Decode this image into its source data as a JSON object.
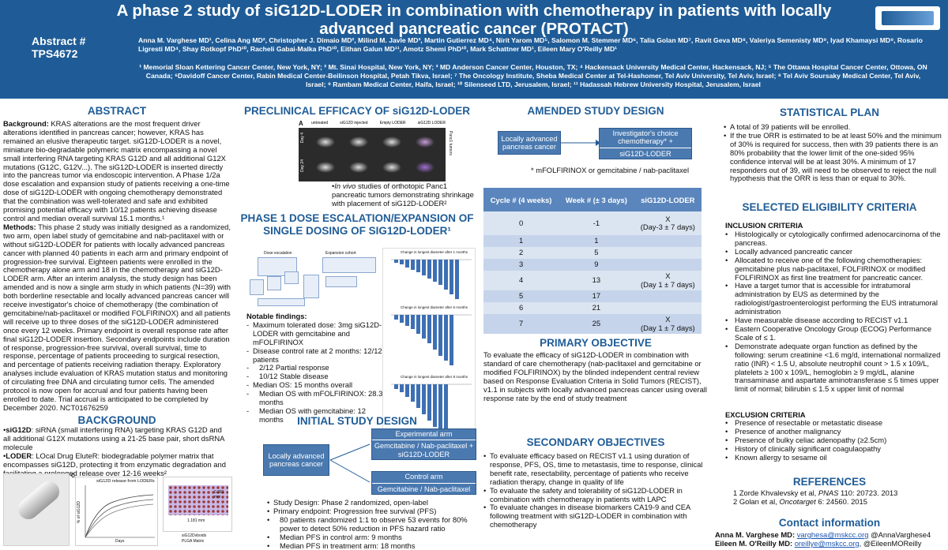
{
  "header": {
    "title": "A phase 2 study of siG12D-LODER in combination with chemotherapy in patients with locally advanced pancreatic cancer (PROTACT)",
    "abstract_label": "Abstract #",
    "abstract_number": "TPS4672",
    "authors": "Anna M. Varghese MD¹, Celina Ang MD², Christopher J. Dimaio MD², Milind M. Javle MD³, Martin Gutierrez MD⁴, Nirit Yarom MD⁵, Salomon M. Stemmer MD⁶, Talia Golan MD⁷, Ravit Geva MD⁸, Valeriya Semenisty MD⁹, Iyad Khamaysi MD⁹, Rosario Ligresti MD⁴, Shay Rotkopf PhD¹⁰, Racheli Gabai-Malka PhD¹⁰, Eithan Galun MD¹¹, Amotz Shemi PhD¹⁰, Mark Schattner MD¹, Eileen Mary O'Reilly MD¹",
    "affiliations": "¹ Memorial Sloan Kettering Cancer Center, New York, NY; ² Mt. Sinai Hospital, New York, NY; ³ MD Anderson Cancer Center, Houston, TX; ⁴ Hackensack University Medical Center, Hackensack, NJ; ⁵ The Ottawa Hospital Cancer Center, Ottowa, ON Canada; ⁶Davidoff Cancer Center, Rabin Medical Center-Beilinson Hospital, Petah Tikva, Israel; ⁷ The Oncology Institute, Sheba Medical Center at Tel-Hashomer, Tel Aviv University, Tel Aviv, Israel; ⁸ Tel Aviv Soursaky Medical Center, Tel Aviv, Israel; ⁹ Rambam Medical Center, Haifa, Israel; ¹⁰ Silenseed LTD, Jerusalem, Israel; ¹¹ Hadassah Hebrew University Hospital, Jerusalem, Israel"
  },
  "abstract": {
    "heading": "ABSTRACT",
    "bg_label": "Background:",
    "bg_text": " KRAS alterations are the most frequent driver alterations identified in pancreas cancer; however, KRAS has remained an elusive therapeutic target. siG12D-LODER is a novel, miniature bio-degradable polymeric matrix encompassing a novel small interfering RNA targeting KRAS G12D and all additional G12X mutations (G12C, G12V...). The siG12D-LODER is inserted directly into the pancreas tumor via endoscopic intervention. A Phase 1/2a dose escalation and expansion study of patients receiving a one-time dose of siG12D-LODER with ongoing chemotherapy demonstrated that the combination was well-tolerated and safe and exhibited promising potential efficacy with 10/12 patients achieving disease control and median overall survival 15.1 months.¹",
    "methods_label": "Methods:",
    "methods_text": " This phase 2 study was initially designed as a randomized, two arm, open label study of gemcitabine and nab-paclitaxel with or without siG12D-LODER for patients with locally advanced pancreas cancer with planned 40 patients in each arm and primary endpoint of progression-free survival. Eighteen patients were enrolled in the chemotherapy alone arm and 18 in the chemotherapy and siG12D-LODER arm. After an interim analysis, the study design has been amended and is now a single arm study in which patients (N=39) with both borderline resectable and locally advanced pancreas cancer will receive investigator's choice of chemotherapy (the combination of gemcitabine/nab-paclitaxel or modified FOLFIRINOX) and all patients will receive up to three doses of the siG12D-LODER administered once every 12 weeks. Primary endpoint is overall response rate after final siG12D-LODER insertion. Secondary endpoints include duration of response, progression-free survival, overall survival, time to response, percentage of patients proceeding to surgical resection, and percentage of patients receiving radiation therapy. Exploratory analyses include evaluation of KRAS mutation status and monitoring of circulating free DNA and circulating tumor cells. The amended protocol is now open for accrual and four patients having been enrolled to date. Trial accrual is anticipated to be completed by December 2020. NCT01676259"
  },
  "background": {
    "heading": "BACKGROUND",
    "item1_label": "siG12D",
    "item1_text": ": siRNA (small interfering RNA) targeting KRAS G12D and all additional G12X mutations using a 21-25 base pair, short dsRNA molecule",
    "item2_label": "LODER",
    "item2_text": ": LOcal Drug EluteR: biodegradable polymer matrix that encompasses siG12D, protecting it from enzymatic degradation and facilitating a prolonged release over 12-16 weeks²",
    "fig_label_c": "C",
    "fig_chart_title": "siG12D release from LODERs",
    "fig_y_label": "% of siG12D",
    "fig_x_label": "Days",
    "fig_scale_1": "0.381 mm",
    "fig_scale_2": "1.181 mm",
    "fig_legend_1": "siG12Dvboids",
    "fig_legend_2": "PLGA Matrix"
  },
  "preclinical": {
    "heading": "PRECLINICAL EFFICACY OF siG12D-LODER",
    "fig_label_a": "A",
    "col_labels": [
      "untreated",
      "siG12D injected",
      "Empty LODER",
      "siG12D LODER"
    ],
    "row_labels": [
      "Day 4",
      "Day 24"
    ],
    "side_label": "Panc1 tumors",
    "caption_prefix": "In vivo",
    "caption_text": " studies of orthotopic Panc1 pancreatic tumors demonstrating shrinkage with placement of siG12D-LODER²"
  },
  "phase1": {
    "heading": "PHASE 1 DOSE ESCALATION/EXPANSION OF SINGLE DOSING OF SIG12D-LODER¹",
    "fig_label_1": "Dose escalation",
    "fig_label_2": "Expansion cohort",
    "findings_title": "Notable findings:",
    "findings": [
      "Maximum tolerated dose: 3mg siG12D-LODER with gemcitabine and mFOLFIRINOX",
      "Disease control rate at 2 months: 12/12 patients",
      "2/12 Partial response",
      "10/12 Stable disease",
      "Median OS: 15 months overall",
      "Median OS with mFOLFIRINOX: 28.3 months",
      "Median OS with gemcitabine: 12 months"
    ],
    "waterfall_titles": [
      "Change in longest diameter after 1 months",
      "Change in longest diameter after 6 months",
      "Change in longest diameter after 8 months"
    ]
  },
  "initial": {
    "heading": "INITIAL STUDY DESIGN",
    "left_box": "Locally advanced pancreas cancer",
    "exp_title": "Experimental arm",
    "exp_text": "Gemcitabine / Nab-paclitaxel + siG12D-LODER",
    "ctrl_title": "Control arm",
    "ctrl_text": "Gemcitabine / Nab-paclitaxel",
    "bullets": [
      "Study Design: Phase 2 randomized, open-label",
      "Primary endpoint: Progression free survival (PFS)",
      "80 patients randomized 1:1 to observe 53 events for 80% power to detect 50% reduction in PFS hazard ratio",
      "Median PFS in control arm: 9 months",
      "Median PFS in treatment arm: 18 months"
    ]
  },
  "amended": {
    "heading": "AMENDED STUDY DESIGN",
    "left_box": "Locally advanced pancreas cancer",
    "right_box_1": "Investigator's choice chemotherapy* +",
    "right_box_2": "siG12D-LODER",
    "note": "* mFOLFIRINOX or gemcitabine / nab-paclitaxel",
    "table_headers": [
      "Cycle # (4 weeks)",
      "Week # (± 3 days)",
      "siG12D-LODER"
    ],
    "table_rows": [
      [
        "0",
        "-1",
        "X",
        "(Day-3  ± 7 days)"
      ],
      [
        "1",
        "1",
        "",
        ""
      ],
      [
        "2",
        "5",
        "",
        ""
      ],
      [
        "3",
        "9",
        "",
        ""
      ],
      [
        "4",
        "13",
        "X",
        "(Day 1 ± 7 days)"
      ],
      [
        "5",
        "17",
        "",
        ""
      ],
      [
        "6",
        "21",
        "",
        ""
      ],
      [
        "7",
        "25",
        "X",
        "(Day 1 ± 7 days)"
      ]
    ]
  },
  "primary": {
    "heading": "PRIMARY OBJECTIVE",
    "text": "To evaluate the efficacy of siG12D-LODER in combination with standard of care chemotherapy (nab-paclitaxel and gemcitabine or modified FOLFIRINOX) by the blinded independent central review based on Response Evaluation Criteria in Solid Tumors (RECIST), v1.1 in subjects with locally advanced pancreas cancer using overall response rate by the end of study treatment"
  },
  "secondary": {
    "heading": "SECONDARY OBJECTIVES",
    "items": [
      "To evaluate efficacy based on RECIST v1.1 using duration of response, PFS, OS, time to metastasis, time to response, clinical benefit rate, resectability, percentage of patients who receive radiation therapy, change in quality of life",
      "To evaluate the safety and tolerability of siG12D-LODER in combination with chemotherapy in patients with LAPC",
      "To evaluate changes in disease biomarkers CA19-9 and CEA following treatment with siG12D-LODER in combination with chemotherapy"
    ]
  },
  "stat": {
    "heading": "STATISTICAL PLAN",
    "items": [
      "A total of 39 patients will be enrolled.",
      "If the true ORR is estimated to be at least 50% and the minimum of 30% is required for success, then with 39 patients there is an 80% probability that the lower limit of the one-sided 95% confidence interval will be at least 30%. A minimum of 17 responders out of 39, will need to be observed to reject the null hypothesis that the ORR is less than or equal to 30%."
    ]
  },
  "eligibility": {
    "heading": "SELECTED ELIGIBILITY CRITERIA",
    "inclusion_title": "INCLUSION CRITERIA",
    "inclusion": [
      "Histologically or cytologically confirmed adenocarcinoma of the pancreas.",
      "Locally advanced pancreatic cancer",
      "Allocated to receive one of the following chemotherapies: gemcitabine plus nab-paclitaxel, FOLFIRINOX or modified FOLFIRINOX as first line treatment for pancreatic cancer.",
      "Have a target tumor that is accessible for intratumoral administration by EUS as determined by the radiologist/gastroenterologist performing the EUS intratumoral administration",
      "Have measurable disease according to RECIST v1.1",
      "Eastern Cooperative Oncology Group (ECOG) Performance Scale of ≤ 1.",
      "Demonstrate adequate organ function as defined by the following: serum creatinine <1.6 mg/d, international normalized ratio (INR) < 1.5 U, absolute neutrophil count > 1.5 x 109/L, platelets ≥ 100 x 109/L, hemoglobin ≥ 9 mg/dL, alanine transaminase and aspartate aminotransferase ≤ 5 times upper limit of normal; bilirubin ≤ 1.5 x upper limit of normal"
    ],
    "exclusion_title": "EXCLUSION CRITERIA",
    "exclusion": [
      "Presence of resectable or metastatic disease",
      "Presence of another malignancy",
      "Presence of bulky celiac adenopathy (≥2.5cm)",
      "History of clinically significant coagulaopathy",
      "Known allergy to sesame oil"
    ]
  },
  "references": {
    "heading": "REFERENCES",
    "ref1_pre": "1 Zorde Khvalevsky et al, ",
    "ref1_journal": "PNAS",
    "ref1_post": " 110: 20723. 2013",
    "ref2_pre": "2 Golan et al, ",
    "ref2_journal": "Oncotarget",
    "ref2_post": " 6: 24560. 2015"
  },
  "contact": {
    "heading": "Contact information",
    "line1_name": "Anna M. Varghese MD",
    "line1_email": "varghesa@mskcc.org",
    "line1_handle": " @AnnaVarghese4",
    "line2_name": "Eileen M. O'Reilly MD",
    "line2_email": "oreillye@mskcc.org",
    "line2_handle": ", @EileenMOReilly"
  },
  "colors": {
    "header_bg": "#1f5c97",
    "accent": "#1f5c97",
    "box": "#4a79b0"
  }
}
